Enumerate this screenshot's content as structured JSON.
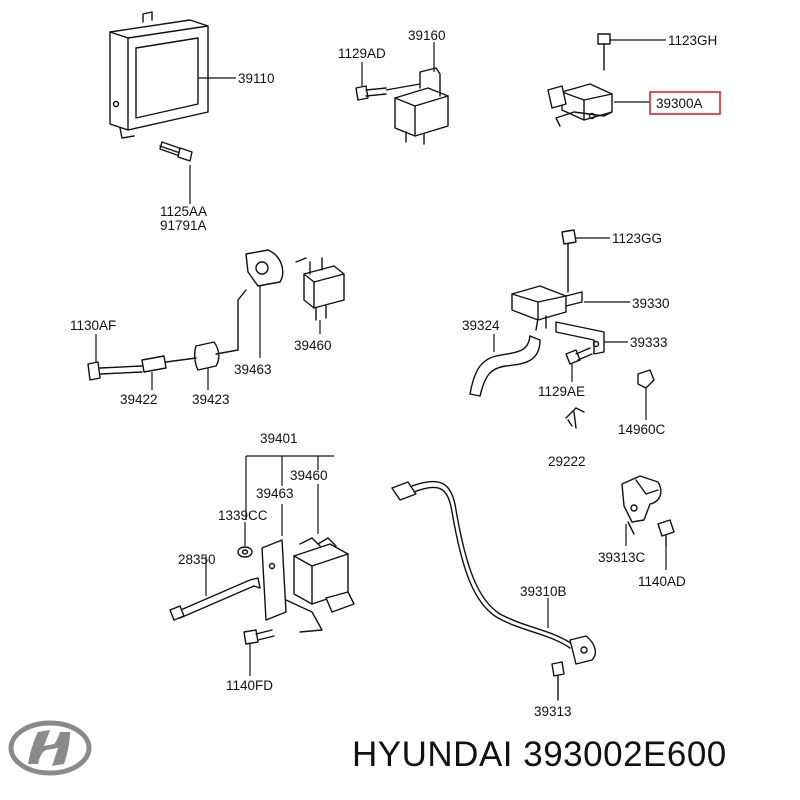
{
  "labels": {
    "p39110": "39110",
    "p1125AA": "1125AA",
    "p91791A": "91791A",
    "p1129AD": "1129AD",
    "p39160": "39160",
    "p1123GH": "1123GH",
    "p39300A": "39300A",
    "p1123GG": "1123GG",
    "p39330": "39330",
    "p39324": "39324",
    "p39333": "39333",
    "p1129AE": "1129AE",
    "p14960C": "14960C",
    "p29222": "29222",
    "p1130AF": "1130AF",
    "p39422": "39422",
    "p39423": "39423",
    "p39463a": "39463",
    "p39460a": "39460",
    "p39401": "39401",
    "p39463b": "39463",
    "p39460b": "39460",
    "p1339CC": "1339CC",
    "p28350": "28350",
    "p1140FD": "1140FD",
    "p39310B": "39310B",
    "p39313": "39313",
    "p39313C": "39313C",
    "p1140AD": "1140AD"
  },
  "footer": {
    "text": "HYUNDAI 393002E600"
  },
  "colors": {
    "highlight": "#e0252b",
    "line": "#111111",
    "logo": "#8a8a8a"
  }
}
